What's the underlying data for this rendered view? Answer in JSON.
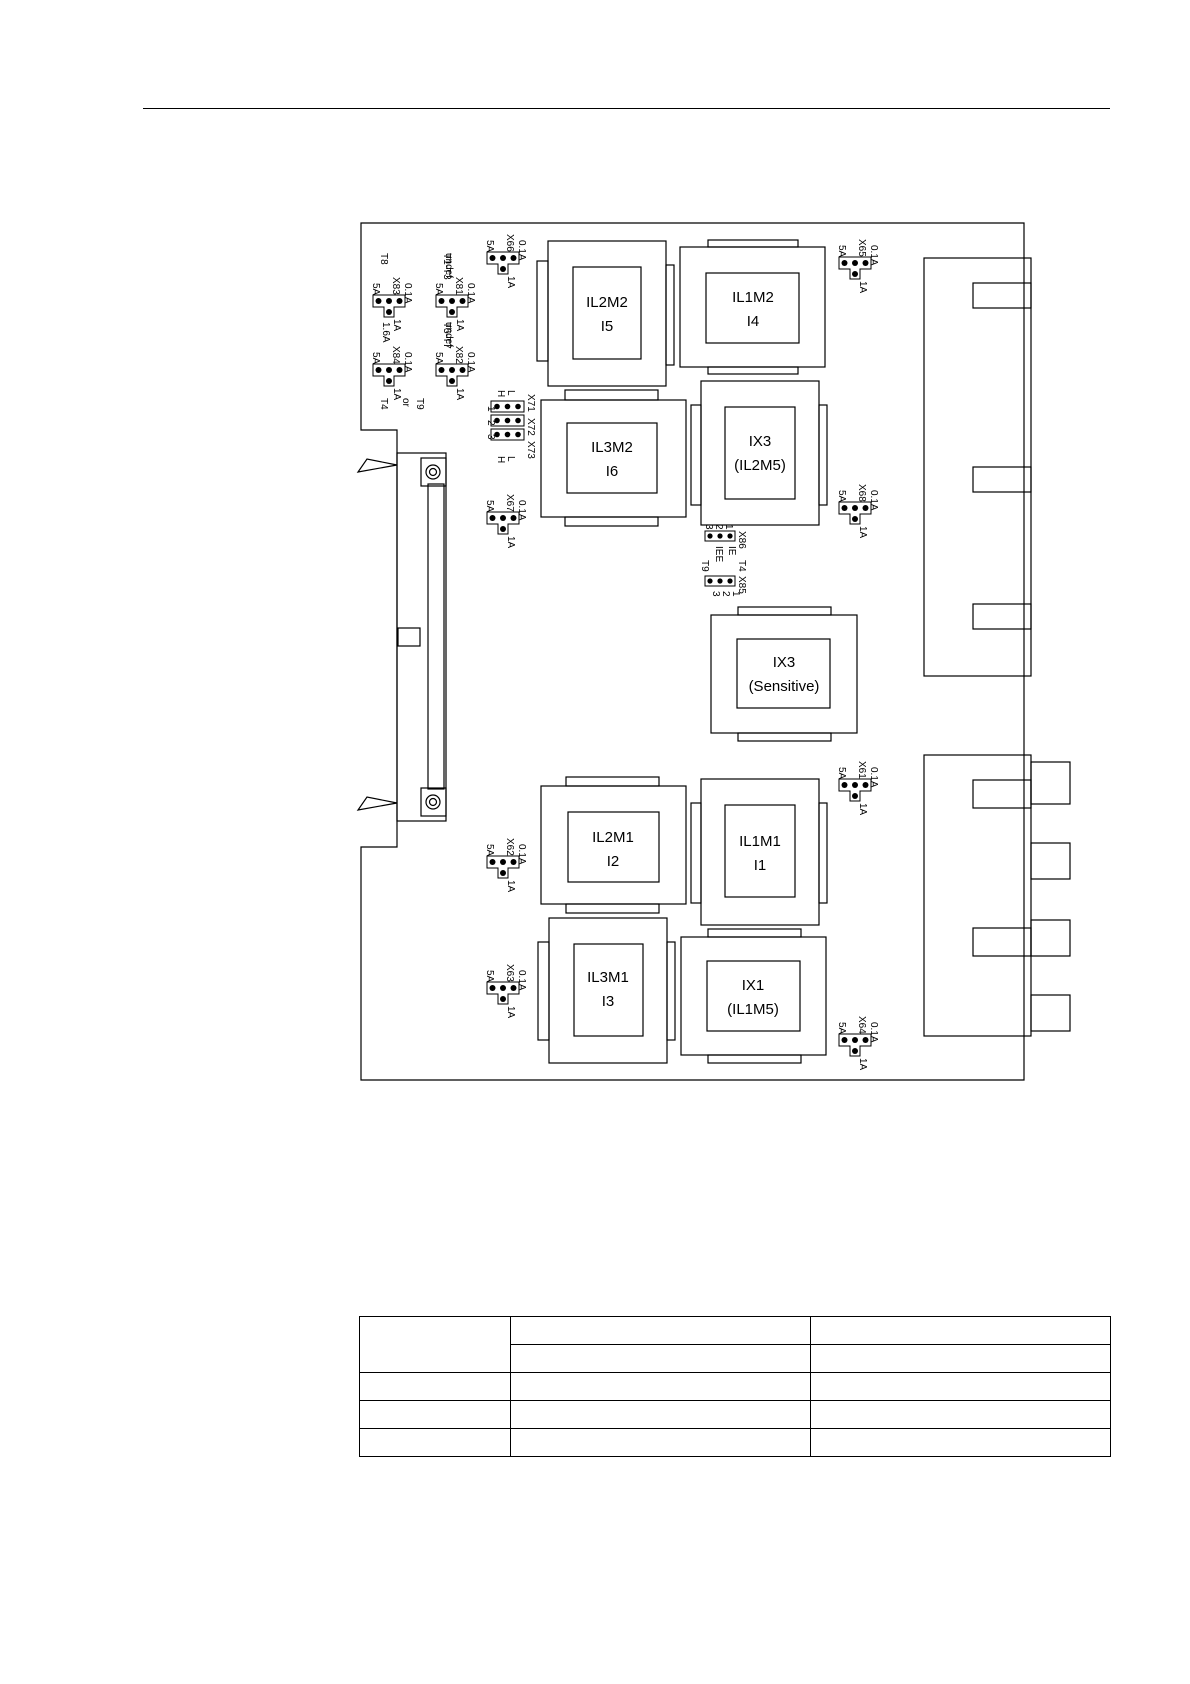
{
  "transformers": [
    {
      "id": "IL2M2",
      "line1": "IL2M2",
      "line2": "I5"
    },
    {
      "id": "IL1M2",
      "line1": "IL1M2",
      "line2": "I4"
    },
    {
      "id": "IL3M2",
      "line1": "IL3M2",
      "line2": "I6"
    },
    {
      "id": "IX3-IL2M5",
      "line1": "IX3",
      "line2": "(IL2M5)"
    },
    {
      "id": "IX3-Sensitive",
      "line1": "IX3",
      "line2": "(Sensitive)"
    },
    {
      "id": "IL2M1",
      "line1": "IL2M1",
      "line2": "I2"
    },
    {
      "id": "IL1M1",
      "line1": "IL1M1",
      "line2": "I1"
    },
    {
      "id": "IL3M1",
      "line1": "IL3M1",
      "line2": "I3"
    },
    {
      "id": "IX1-IL1M5",
      "line1": "IX1",
      "line2": "(IL1M5)"
    }
  ],
  "jumpers": {
    "X66": {
      "name": "X66",
      "a": "5A",
      "b": "1A",
      "c": "0.1A"
    },
    "X65": {
      "name": "X65",
      "a": "5A",
      "b": "1A",
      "c": "0.1A"
    },
    "X67": {
      "name": "X67",
      "a": "5A",
      "b": "1A",
      "c": "0.1A"
    },
    "X68": {
      "name": "X68",
      "a": "5A",
      "b": "1A",
      "c": "0.1A"
    },
    "X61": {
      "name": "X61",
      "a": "5A",
      "b": "1A",
      "c": "0.1A"
    },
    "X62": {
      "name": "X62",
      "a": "5A",
      "b": "1A",
      "c": "0.1A"
    },
    "X63": {
      "name": "X63",
      "a": "5A",
      "b": "1A",
      "c": "0.1A"
    },
    "X64": {
      "name": "X64",
      "a": "5A",
      "b": "1A",
      "c": "0.1A"
    },
    "X81": {
      "name": "X81",
      "a": "5A",
      "b": "1A",
      "c": "0.1A",
      "top": "undef",
      "tag": "T1-T3"
    },
    "X82": {
      "name": "X82",
      "a": "5A",
      "b": "1A",
      "c": "0.1A",
      "top": "undef",
      "tag": "T5-T7"
    },
    "X83": {
      "name": "X83",
      "a": "5A",
      "b": "1A",
      "c": "0.1A",
      "tag": "T8"
    },
    "X84": {
      "name": "X84",
      "a": "5A",
      "b": "1A",
      "c": "0.1A",
      "top": "1.6A",
      "tag": "T4",
      "tag2": "or",
      "tag3": "T9"
    }
  },
  "selectors": {
    "X71": "X71",
    "X72": "X72",
    "X73": "X73",
    "L": "L",
    "H": "H",
    "n1": "1",
    "n2": "2",
    "n3": "3"
  },
  "x85_x86": {
    "X86": "X86",
    "X85": "X85",
    "IE": "IE",
    "IEE": "IEE",
    "T4": "T4",
    "T9": "T9",
    "n1": "1",
    "n2": "2",
    "n3": "3"
  },
  "table": {
    "rows": [
      [
        "",
        "",
        ""
      ],
      [
        "",
        ""
      ],
      [
        "",
        "",
        ""
      ],
      [
        "",
        "",
        ""
      ],
      [
        "",
        "",
        ""
      ]
    ]
  }
}
